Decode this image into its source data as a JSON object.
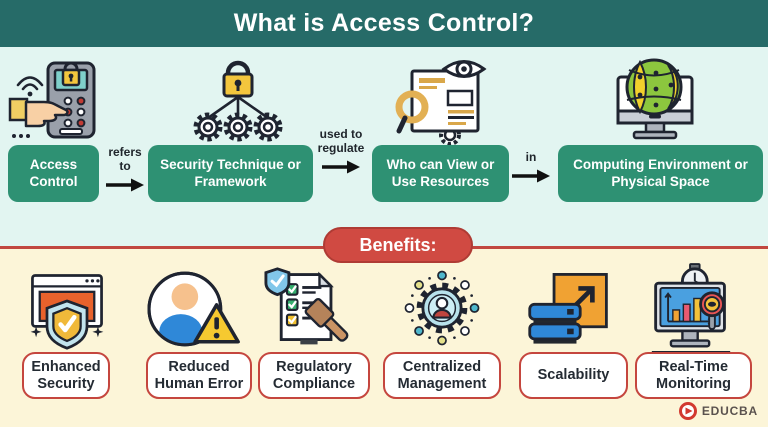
{
  "header": {
    "title": "What is Access Control?"
  },
  "flow": {
    "nodes": [
      {
        "label": "Access Control",
        "icon": "card-reader-icon"
      },
      {
        "label": "Security Technique or Framework",
        "icon": "lock-hierarchy-icon"
      },
      {
        "label": "Who can View or Use Resources",
        "icon": "document-view-icon"
      },
      {
        "label": "Computing Environment or Physical Space",
        "icon": "computer-globe-icon"
      }
    ],
    "connectors": [
      {
        "label": "refers to"
      },
      {
        "label": "used to regulate"
      },
      {
        "label": "in"
      }
    ]
  },
  "benefits": {
    "banner": "Benefits:",
    "items": [
      {
        "label": "Enhanced Security",
        "icon": "shield-browser-icon"
      },
      {
        "label": "Reduced Human Error",
        "icon": "user-warning-icon"
      },
      {
        "label": "Regulatory Compliance",
        "icon": "checklist-gavel-icon"
      },
      {
        "label": "Centralized Management",
        "icon": "gear-network-icon"
      },
      {
        "label": "Scalability",
        "icon": "server-expand-icon"
      },
      {
        "label": "Real-Time Monitoring",
        "icon": "monitor-chart-icon"
      }
    ]
  },
  "footer": {
    "brand": "EDUCBA"
  },
  "colors": {
    "header_bg": "#266B68",
    "flow_bg": "#E2F5F1",
    "node_green": "#2E9173",
    "accent_red": "#CE4A43",
    "benefits_bg": "#FCF5D8",
    "text_dark": "#242B33",
    "lock_yellow": "#F3C63D",
    "globe_green": "#8CC63E",
    "server_blue": "#2F88D8"
  }
}
